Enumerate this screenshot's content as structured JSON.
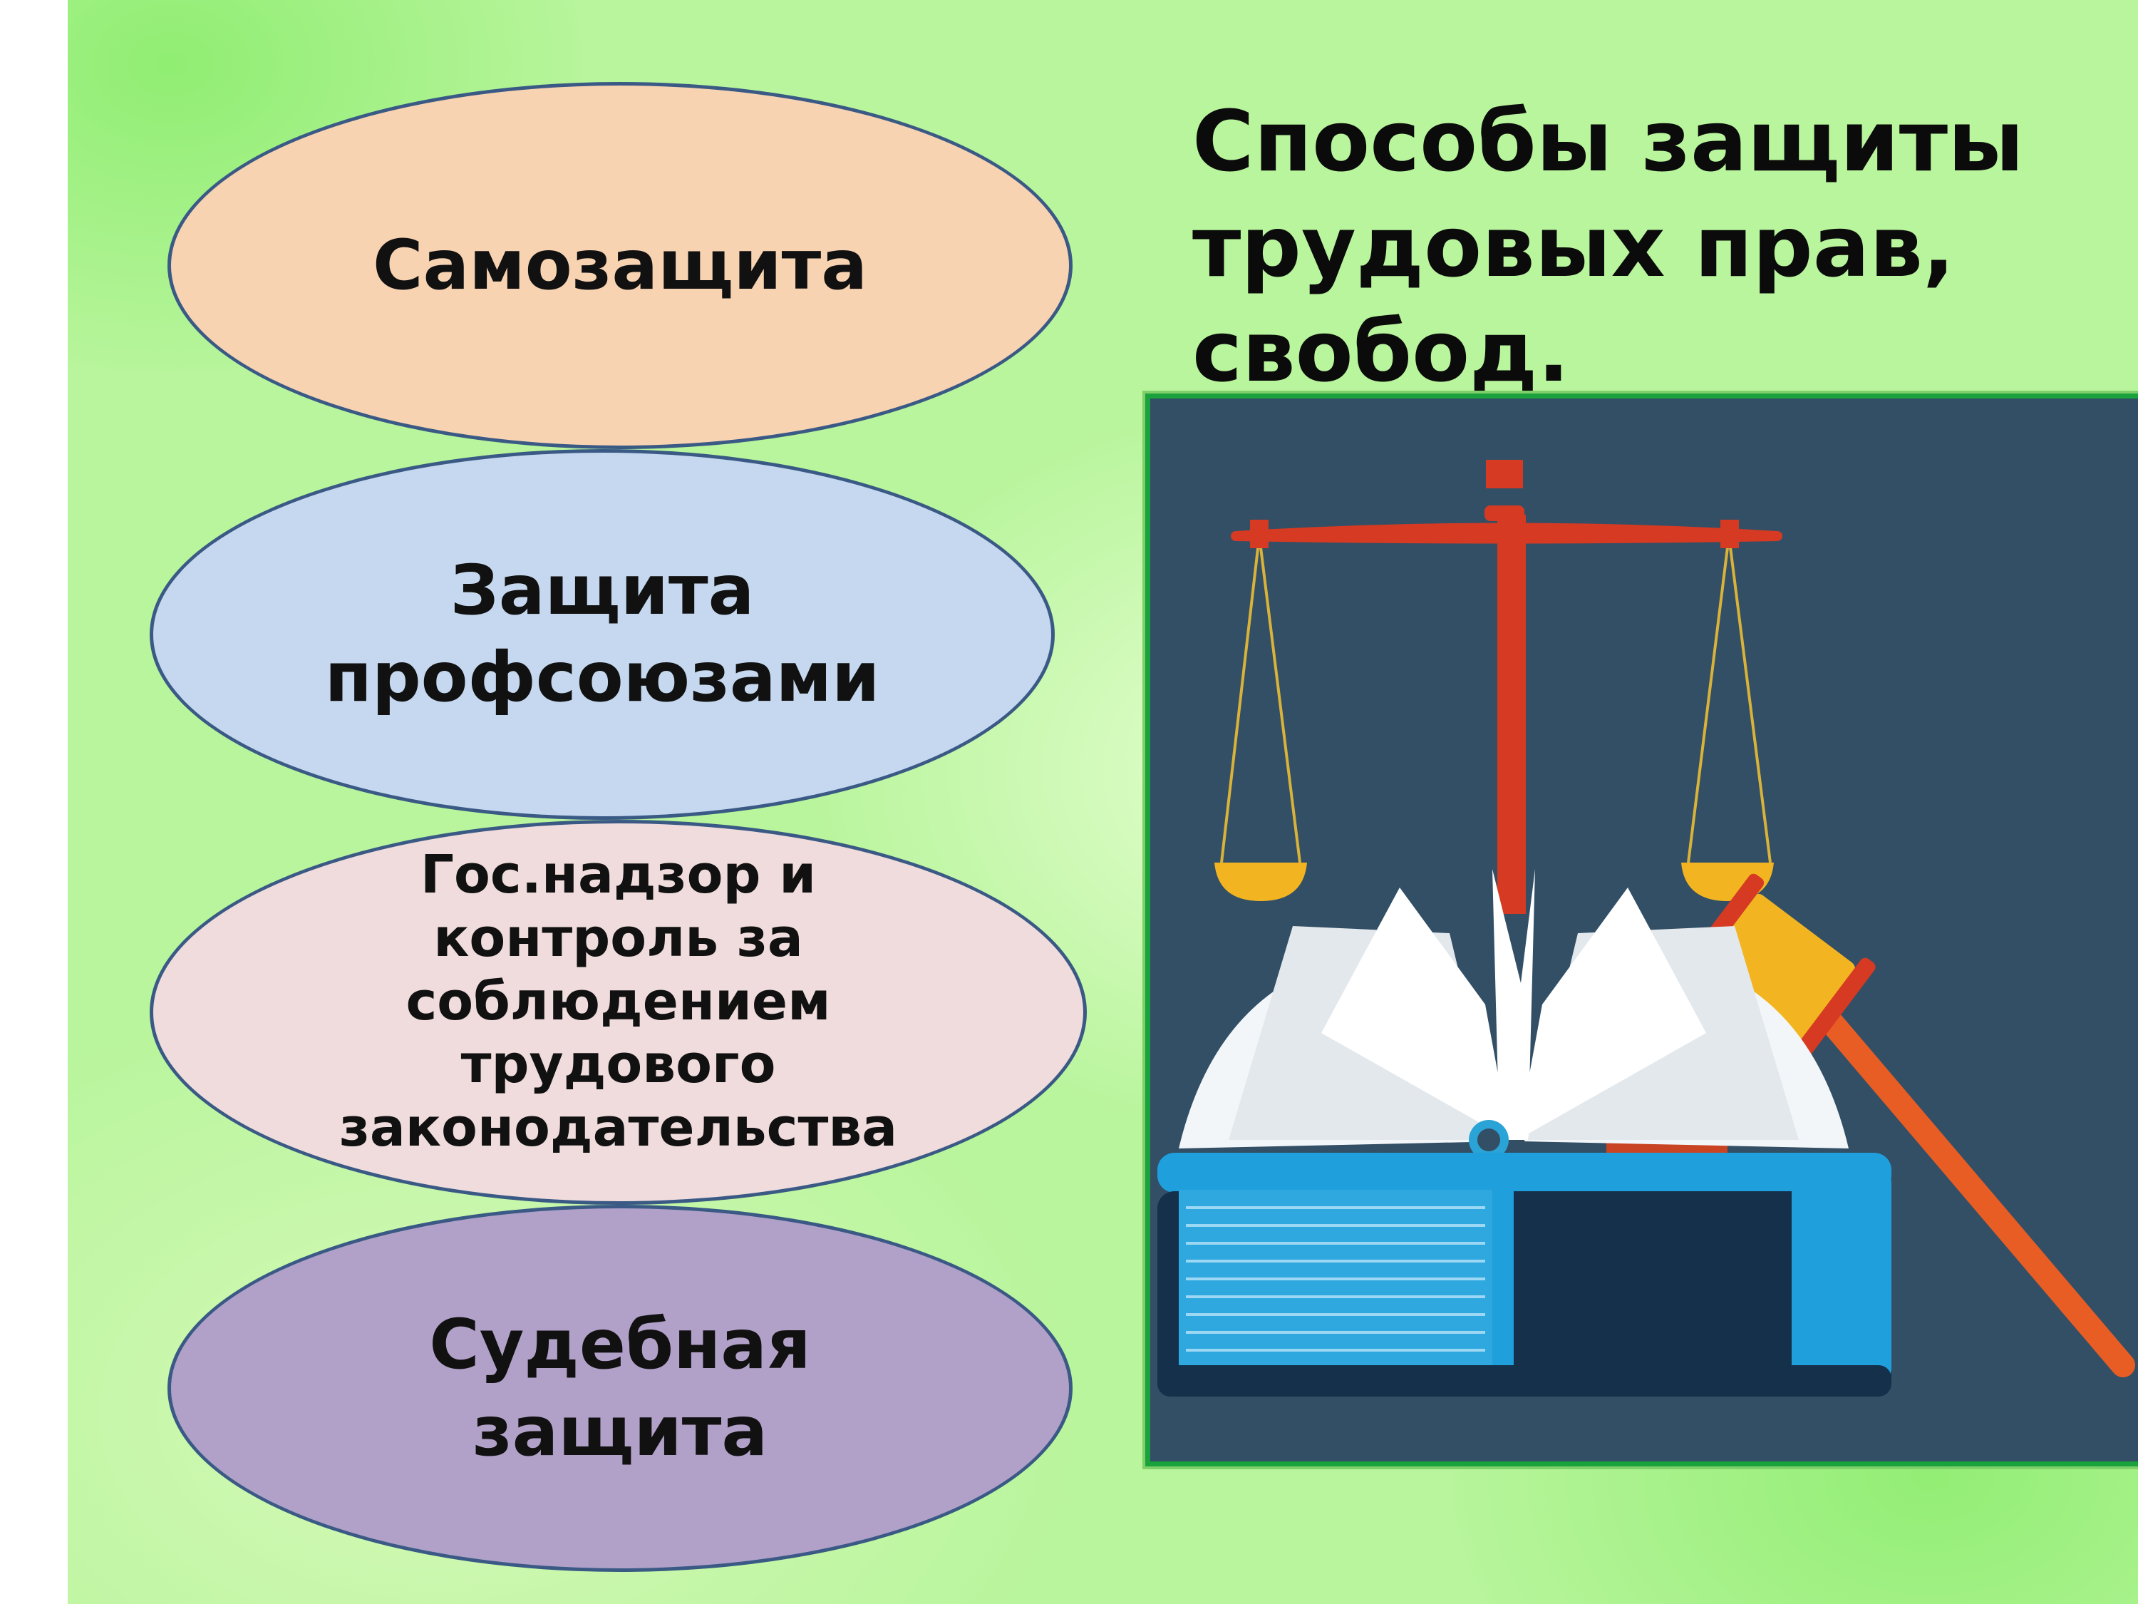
{
  "title": "Способы защиты трудовых прав, свобод.",
  "ovals": [
    {
      "label": "Самозащита",
      "color": "#f8d3b2"
    },
    {
      "label": "Защита профсоюзами",
      "color": "#c5d8ef"
    },
    {
      "label": "Гос.надзор и контроль за соблюдением трудового законодательства",
      "color": "#f0dcdc"
    },
    {
      "label": "Судебная защита",
      "color": "#b1a1c8"
    }
  ],
  "illustration": {
    "icons": [
      "scales-icon",
      "book-icon",
      "gavel-icon"
    ]
  }
}
